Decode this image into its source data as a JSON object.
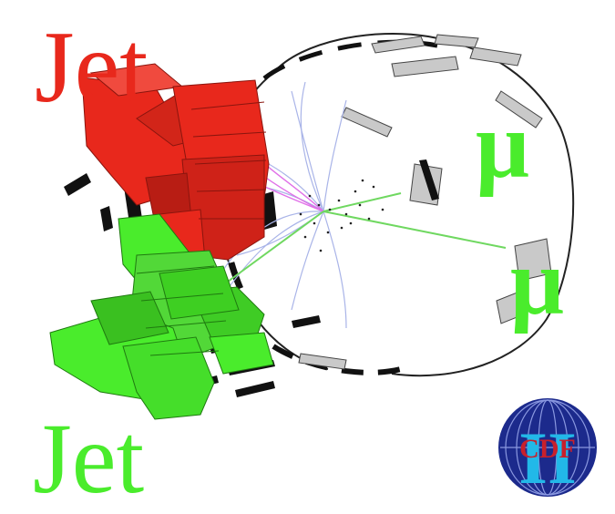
{
  "labels": {
    "jet_top": "Jet",
    "jet_bottom": "Jet",
    "muon_1": "μ",
    "muon_2": "μ"
  },
  "logo": {
    "text": "CDF",
    "numeral": "II"
  },
  "colors": {
    "jet_red": "#e8281c",
    "jet_red_dark": "#b01a12",
    "jet_green": "#4aec2c",
    "jet_green_dark": "#2fa81a",
    "muon_green": "#4aec2c",
    "logo_blue": "#1c2a8c",
    "logo_red": "#c8202c",
    "logo_cyan": "#22b8e8"
  }
}
